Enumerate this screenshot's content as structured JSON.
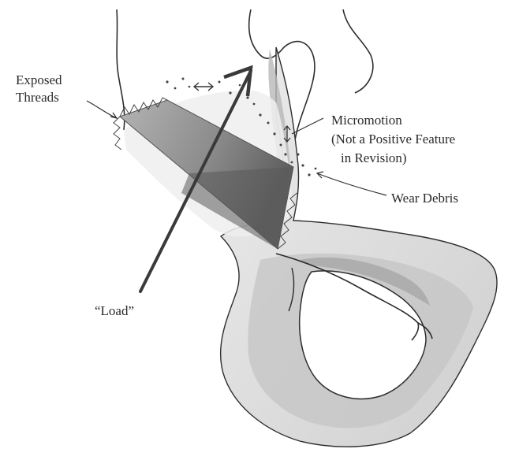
{
  "labels": {
    "exposed_threads_line1": "Exposed",
    "exposed_threads_line2": "Threads",
    "micromotion_line1": "Micromotion",
    "micromotion_line2": "(Not a Positive Feature",
    "micromotion_line3": "in Revision)",
    "wear_debris": "Wear Debris",
    "load": "“Load”"
  },
  "colors": {
    "background": "#ffffff",
    "bone_fill": "#d9d9d9",
    "bone_inner": "#c2c2c2",
    "bone_outline": "#2e2e2e",
    "implant_light": "#a9a9a9",
    "implant_dark": "#6f6f6f",
    "arrow": "#3a3a3a",
    "debris": "#444444"
  }
}
